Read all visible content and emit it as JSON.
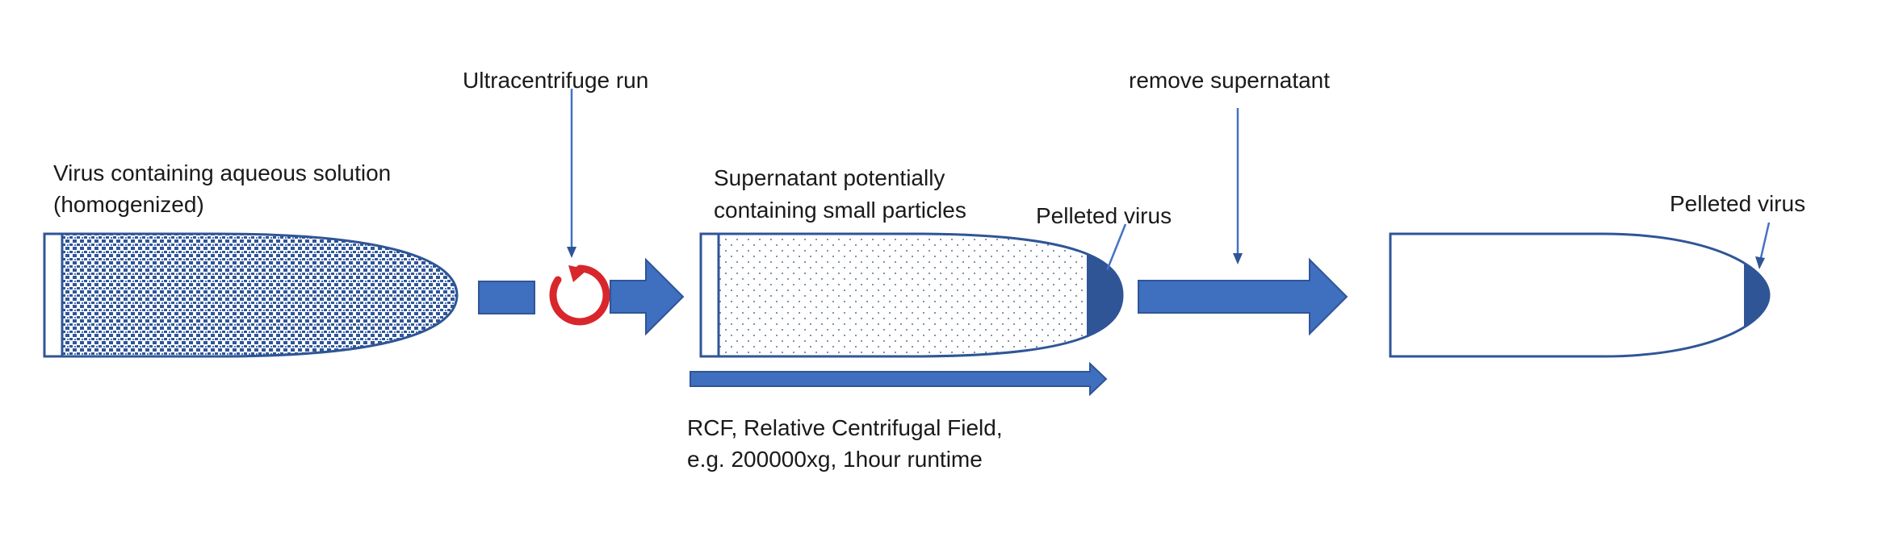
{
  "labels": {
    "ultracentrifuge": "Ultracentrifuge run",
    "remove_supernatant": "remove supernatant",
    "virus_solution_line1": "Virus containing aqueous solution",
    "virus_solution_line2": "(homogenized)",
    "supernatant_line1": "Supernatant potentially",
    "supernatant_line2": "containing small particles",
    "pelleted_virus_1": "Pelleted virus",
    "pelleted_virus_2": "Pelleted virus",
    "rcf_line1": "RCF, Relative Centrifugal Field,",
    "rcf_line2": "e.g. 200000xg, 1hour runtime"
  },
  "colors": {
    "blue": "#4472c4",
    "dark_blue": "#2f5597",
    "arrow_fill": "#3f6fbf",
    "rotation_red": "#d9262c",
    "text": "#1a1a1a"
  },
  "icons": {
    "rotation": "rotation-cycle-icon"
  }
}
